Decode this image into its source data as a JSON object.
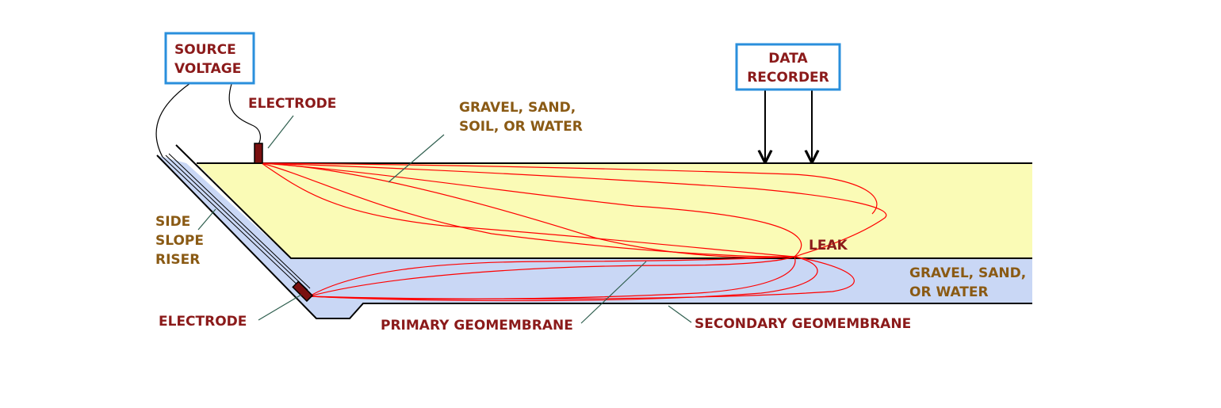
{
  "labels": {
    "source_voltage": [
      "SOURCE",
      "VOLTAGE"
    ],
    "data_recorder": [
      "DATA",
      "RECORDER"
    ],
    "electrode_top": "ELECTRODE",
    "electrode_bottom": "ELECTRODE",
    "upper_layer": [
      "GRAVEL, SAND,",
      "SOIL, OR WATER"
    ],
    "lower_layer": [
      "GRAVEL, SAND,",
      "OR WATER"
    ],
    "side_slope": [
      "SIDE",
      "SLOPE",
      "RISER"
    ],
    "leak": "LEAK",
    "primary_geomembrane": "PRIMARY GEOMEMBRANE",
    "secondary_geomembrane": "SECONDARY GEOMEMBRANE"
  },
  "colors": {
    "upper_layer_fill": "#fafbb6",
    "lower_layer_fill": "#c9d7f5",
    "box_border": "#2a8fdc",
    "field_lines": "#ff0000",
    "electrode": "#7a1010",
    "label_red": "#8b1a1a",
    "label_brown": "#8a5a14"
  }
}
